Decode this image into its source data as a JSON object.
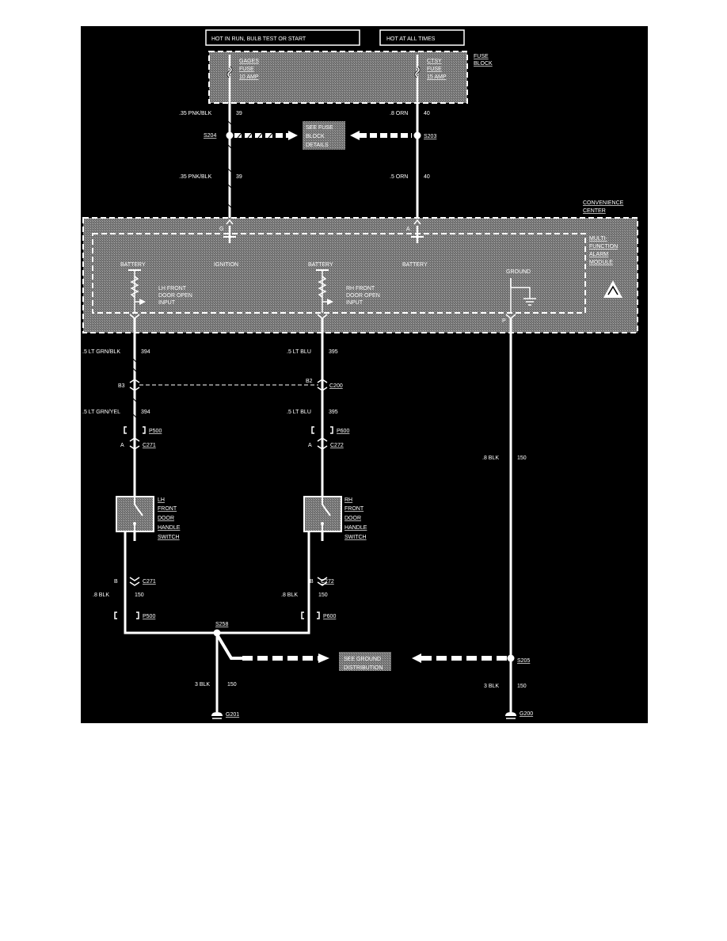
{
  "colors": {
    "background": "#000000",
    "wire": "#ffffff",
    "shade": "#8a8a8a"
  },
  "headers": {
    "hot_run": "HOT IN RUN, BULB TEST OR START",
    "hot_all": "HOT AT ALL TIMES"
  },
  "fuse_block": {
    "label_1": "FUSE",
    "label_2": "BLOCK",
    "gages": [
      "GAGES",
      "FUSE",
      "10 AMP"
    ],
    "ctsy": [
      "CTSY",
      "FUSE",
      "15 AMP"
    ]
  },
  "wires": {
    "left_top_1": {
      "gauge": ".35 PNK/BLK",
      "circuit": "39"
    },
    "left_top_2": {
      "gauge": ".35 PNK/BLK",
      "circuit": "39"
    },
    "right_top_1": {
      "gauge": ".8 ORN",
      "circuit": "40"
    },
    "right_top_2": {
      "gauge": ".5 ORN",
      "circuit": "40"
    },
    "lh_upper": {
      "gauge": ".5 LT GRN/BLK",
      "circuit": "394"
    },
    "lh_lower": {
      "gauge": ".5 LT GRN/YEL",
      "circuit": "394"
    },
    "rh_upper": {
      "gauge": ".5 LT BLU",
      "circuit": "395"
    },
    "rh_lower": {
      "gauge": ".5 LT BLU",
      "circuit": "395"
    },
    "gnd_module": {
      "gauge": ".8 BLK",
      "circuit": "150"
    },
    "lh_bottom": {
      "gauge": ".8 BLK",
      "circuit": "150"
    },
    "rh_bottom": {
      "gauge": ".8 BLK",
      "circuit": "150"
    },
    "g201_wire": {
      "gauge": "3 BLK",
      "circuit": "150"
    },
    "g200_wire": {
      "gauge": "3 BLK",
      "circuit": "150"
    }
  },
  "splices": {
    "s204": "S204",
    "s203": "S203",
    "s258": "S258",
    "s205": "S205"
  },
  "see_fuse": [
    "SEE FUSE",
    "BLOCK",
    "DETAILS"
  ],
  "see_ground": [
    "SEE GROUND",
    "DISTRIBUTION"
  ],
  "convenience": {
    "line1": "CONVENIENCE",
    "line2": "CENTER"
  },
  "module": {
    "name": [
      "MULTI-",
      "FUNCTION",
      "ALARM",
      "MODULE"
    ],
    "pin_g": "G",
    "pin_a": "A",
    "pin_p": "P",
    "battery_1": "BATTERY",
    "ignition": "IGNITION",
    "battery_2": "BATTERY",
    "battery_3": "BATTERY",
    "ground": "GROUND",
    "lh_input": [
      "LH FRONT",
      "DOOR OPEN",
      "INPUT"
    ],
    "rh_input": [
      "RH FRONT",
      "DOOR OPEN",
      "INPUT"
    ]
  },
  "connectors": {
    "b3": "B3",
    "b2": "B2",
    "c200": "C200",
    "p500": "P500",
    "p600": "P600",
    "a_lh": "A",
    "a_rh": "A",
    "c271": "C271",
    "c272": "C272",
    "b_lh": "B",
    "b_rh": "B",
    "c271b": "C271",
    "c272b": "C272",
    "p500b": "P500",
    "p600b": "P600"
  },
  "switches": {
    "lh": [
      "LH",
      "FRONT",
      "DOOR",
      "HANDLE",
      "SWITCH"
    ],
    "rh": [
      "RH",
      "FRONT",
      "DOOR",
      "HANDLE",
      "SWITCH"
    ]
  },
  "grounds": {
    "g201": "G201",
    "g200": "G200"
  }
}
